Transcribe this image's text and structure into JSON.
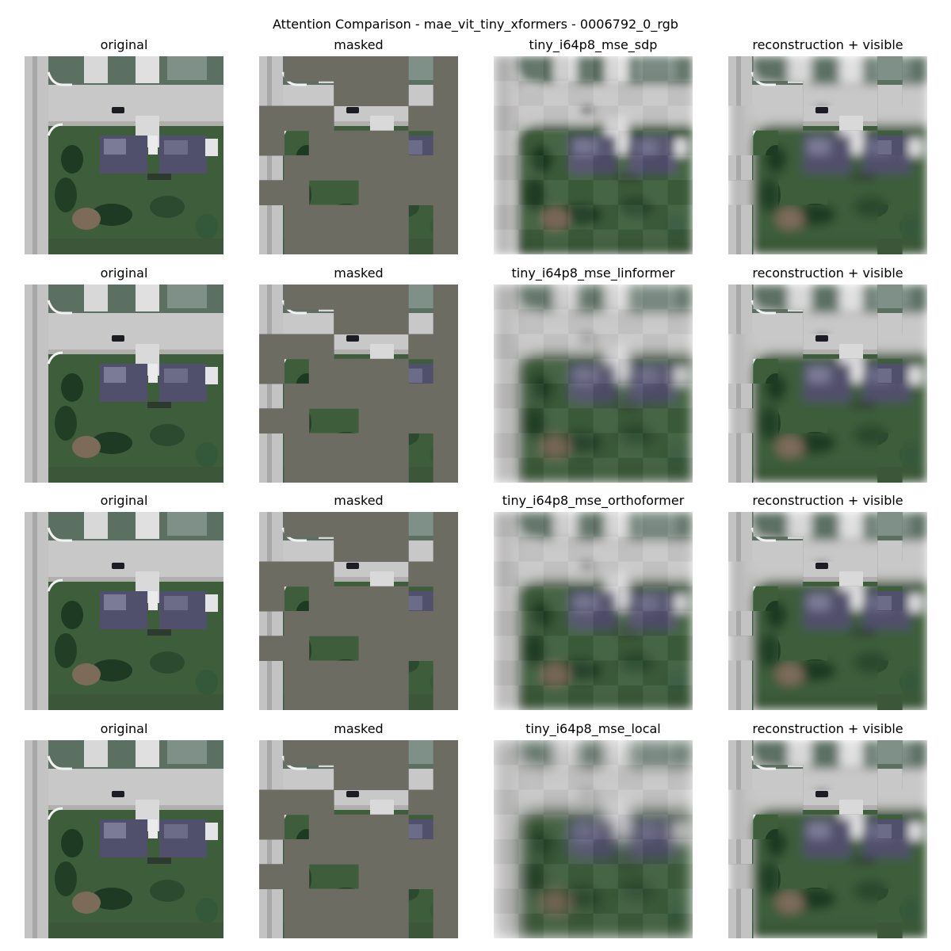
{
  "figure": {
    "title": "Attention Comparison - mae_vit_tiny_xformers - 0006792_0_rgb"
  },
  "rows": [
    {
      "panels": [
        {
          "title": "original",
          "kind": "original"
        },
        {
          "title": "masked",
          "kind": "masked"
        },
        {
          "title": "tiny_i64p8_mse_sdp",
          "kind": "recon",
          "blur": 1.8
        },
        {
          "title": "reconstruction + visible",
          "kind": "recon_visible"
        }
      ]
    },
    {
      "panels": [
        {
          "title": "original",
          "kind": "original"
        },
        {
          "title": "masked",
          "kind": "masked"
        },
        {
          "title": "tiny_i64p8_mse_linformer",
          "kind": "recon",
          "blur": 2.4
        },
        {
          "title": "reconstruction + visible",
          "kind": "recon_visible"
        }
      ]
    },
    {
      "panels": [
        {
          "title": "original",
          "kind": "original"
        },
        {
          "title": "masked",
          "kind": "masked"
        },
        {
          "title": "tiny_i64p8_mse_orthoformer",
          "kind": "recon",
          "blur": 2.2
        },
        {
          "title": "reconstruction + visible",
          "kind": "recon_visible"
        }
      ]
    },
    {
      "panels": [
        {
          "title": "original",
          "kind": "original"
        },
        {
          "title": "masked",
          "kind": "masked"
        },
        {
          "title": "tiny_i64p8_mse_local",
          "kind": "recon",
          "blur": 3.0
        },
        {
          "title": "reconstruction + visible",
          "kind": "recon_visible"
        }
      ]
    }
  ],
  "mask": {
    "grid": 8,
    "visible_patches": [
      [
        0,
        0
      ],
      [
        0,
        6
      ],
      [
        1,
        0
      ],
      [
        1,
        1
      ],
      [
        1,
        2
      ],
      [
        1,
        6
      ],
      [
        2,
        3
      ],
      [
        2,
        4
      ],
      [
        2,
        5
      ],
      [
        3,
        1
      ],
      [
        3,
        6
      ],
      [
        4,
        0
      ],
      [
        5,
        2
      ],
      [
        5,
        3
      ],
      [
        6,
        0
      ],
      [
        6,
        6
      ],
      [
        7,
        0
      ],
      [
        7,
        6
      ]
    ],
    "fill_color": "#6d6c63"
  },
  "palette": {
    "road": "#c9c8c8",
    "sidewalk": "#b3b2b2",
    "lawn": "#3e5d3b",
    "dark_lawn": "#284a2d",
    "roof": "#51506c",
    "roof_light": "#7b7b98",
    "building_white": "#e9e8ea",
    "tree": "#1e3a22",
    "dirt": "#7d6b5a"
  }
}
